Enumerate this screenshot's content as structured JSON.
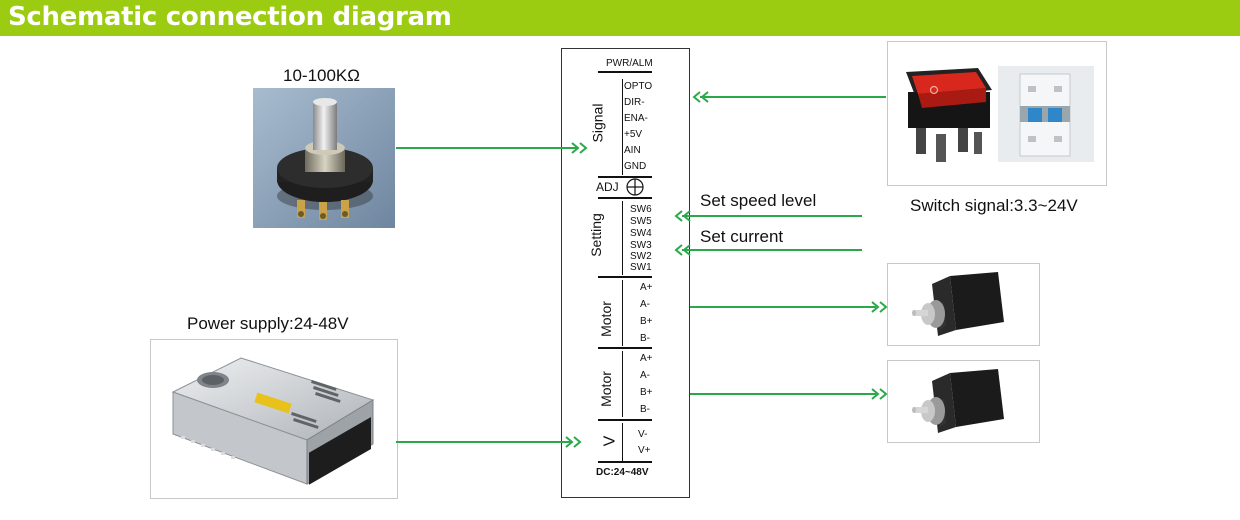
{
  "header": {
    "title": "Schematic connection diagram",
    "color": "#9ccc12"
  },
  "labels": {
    "potentiometer": "10-100KΩ",
    "power_supply": "Power supply:24-48V",
    "switch_signal": "Switch signal:3.3~24V",
    "set_speed": "Set speed level",
    "set_current": "Set current"
  },
  "driver": {
    "pwr_alm": "PWR/ALM",
    "signal": {
      "title": "Signal",
      "pins": [
        "OPTO",
        "DIR-",
        "ENA-",
        "+5V",
        "AIN",
        "GND"
      ]
    },
    "adj": "ADJ",
    "setting": {
      "title": "Setting",
      "pins": [
        "SW6",
        "SW5",
        "SW4",
        "SW3",
        "SW2",
        "SW1"
      ]
    },
    "motor1": {
      "title": "Motor",
      "pins": [
        "A+",
        "A-",
        "B+",
        "B-"
      ]
    },
    "motor2": {
      "title": "Motor",
      "pins": [
        "A+",
        "A-",
        "B+",
        "B-"
      ]
    },
    "power": {
      "title": "V",
      "pins": [
        "V-",
        "V+"
      ]
    },
    "dc": "DC:24~48V"
  },
  "icons": [
    "potentiometer-icon",
    "rocker-switch-icon",
    "circuit-breaker-icon",
    "stepper-motor-icon",
    "power-supply-icon",
    "ground-symbol-icon"
  ],
  "wire_color": "#2aa84a"
}
